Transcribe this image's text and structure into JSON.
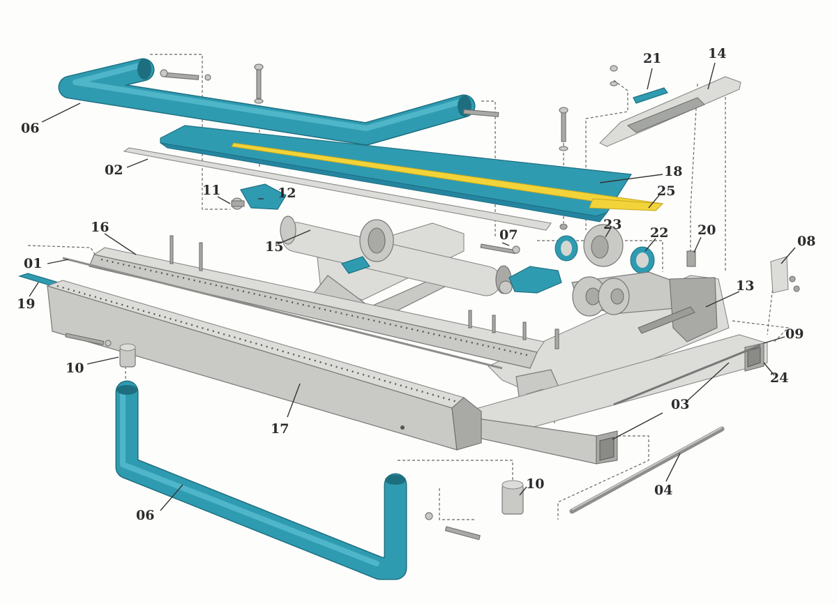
{
  "diagram": {
    "labels": {
      "l01": "01",
      "l02": "02",
      "l03": "03",
      "l04": "04",
      "l06a": "06",
      "l06b": "06",
      "l07": "07",
      "l08": "08",
      "l09": "09",
      "l10a": "10",
      "l10b": "10",
      "l11": "11",
      "l12": "12",
      "l13": "13",
      "l14": "14",
      "l15": "15",
      "l16": "16",
      "l17": "17",
      "l18": "18",
      "l19": "19",
      "l20": "20",
      "l21": "21",
      "l22": "22",
      "l23": "23",
      "l24": "24",
      "l25": "25"
    },
    "colors": {
      "teal": "#2f9bb1",
      "metal": "#c9cac6",
      "yellow": "#f2d43a"
    }
  }
}
